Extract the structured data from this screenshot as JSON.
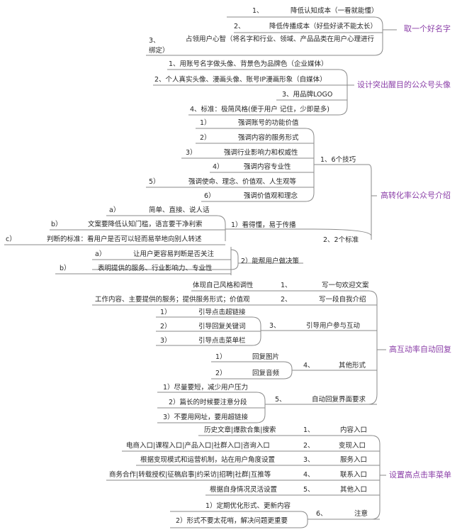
{
  "map": {
    "c1": {
      "title": "取一个好名字",
      "items": [
        {
          "num": "1、",
          "text": "降低认知成本（一看就能懂）"
        },
        {
          "num": "2、",
          "text": "降低传播成本（好些好读不能太长）"
        },
        {
          "num": "3、",
          "text": "占领用户心智（将名字和行业、领域、产品品类在用户心理进行绑定）"
        }
      ]
    },
    "c2": {
      "title": "设计突出醒目的公众号头像",
      "items": [
        "1、用账号名字做头像、背景色为品牌色（企业媒体）",
        "2、个人真实头像、漫画头像、账号IP漫画形象（自媒体）",
        "3、用品牌LOGO",
        "4、标准：极简风格(便于用户 记住，少即是多)"
      ]
    },
    "c3": {
      "title": "高转化率公众号介绍",
      "sub1": {
        "label": "1、6个技巧",
        "items": [
          {
            "num": "1）",
            "text": "强调账号的功能价值"
          },
          {
            "num": "2）",
            "text": "强调内容的服务形式"
          },
          {
            "num": "3）",
            "text": "强调行业影响力和权威性"
          },
          {
            "num": "4）",
            "text": "强调内容专业性"
          },
          {
            "num": "5）",
            "text": "强调使命、理念、价值观、人生观等"
          },
          {
            "num": "6）",
            "text": "强调价值观和理念"
          }
        ]
      },
      "sub2": {
        "label": "2、2个标准",
        "a": {
          "label": "1）看得懂，易于传播",
          "items": [
            {
              "num": "a）",
              "text": "简单、直接、说人话"
            },
            {
              "num": "b）",
              "text": "文案要降低认知门槛，语言要干净利索"
            },
            {
              "num": "c）",
              "text": "判断的标准：看用户是否可以轻而易举地向别人转述"
            }
          ]
        },
        "b": {
          "label": "2）能帮用户做决策",
          "items": [
            {
              "num": "a）",
              "text": "让用户更容易判断是否关注"
            },
            {
              "num": "b）",
              "text": "表明提供的服务、行业影响力、专业性"
            }
          ]
        }
      }
    },
    "c4": {
      "title": "高互动率自动回复",
      "s1": {
        "num": "1、",
        "label": "写一句欢迎文案",
        "leaf": "体现自己风格和调性"
      },
      "s2": {
        "num": "2、",
        "label": "写一段自我介绍",
        "leaf": "工作内容、主要提供的服务；提供服务形式；价值观"
      },
      "s3": {
        "num": "3、",
        "label": "引导用户参与互动",
        "items": [
          {
            "num": "1）",
            "text": "引导点击超链接"
          },
          {
            "num": "2）",
            "text": "引导回复关键词"
          },
          {
            "num": "3）",
            "text": "引导点击菜单栏"
          }
        ]
      },
      "s4": {
        "num": "4、",
        "label": "其他形式",
        "items": [
          {
            "num": "1）",
            "text": "回复图片"
          },
          {
            "num": "2）",
            "text": "回复音频"
          }
        ]
      },
      "s5": {
        "num": "5、",
        "label": "自动回复界面要求",
        "items": [
          "1）尽量要短，减少用户压力",
          "2）篇长的时候要注意分段",
          "3）不要用网址，要用超链接"
        ]
      }
    },
    "c5": {
      "title": "设置高点击率菜单",
      "items": [
        {
          "num": "1、",
          "label": "内容入口",
          "leaf": "历史文章|爆款合集|搜索"
        },
        {
          "num": "2、",
          "label": "变现入口",
          "leaf": "电商入口|课程入口|产品入口|社群入口|咨询入口"
        },
        {
          "num": "3、",
          "label": "服务入口",
          "leaf": "根据变现模式和运营机制，站在用户角度设置"
        },
        {
          "num": "4、",
          "label": "联系入口",
          "leaf": "商务合作|转载授权|征稿启事|约采访|招聘|社群|互推等"
        },
        {
          "num": "5、",
          "label": "其他入口",
          "leaf": "根据自身情况灵活设置"
        }
      ],
      "s6": {
        "num": "6、",
        "label": "注意",
        "items": [
          "1）定期优化形式、更新内容",
          "2）形式不要太花哨，解决问题更重要"
        ]
      }
    }
  }
}
